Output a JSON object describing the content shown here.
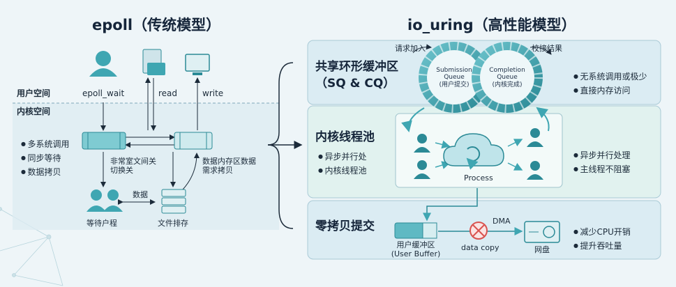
{
  "epoll": {
    "title": "epoll（传统模型）",
    "user_space_label": "用户空间",
    "kernel_space_label": "内核空间",
    "epoll_wait_label": "epoll_wait",
    "read_label": "read",
    "write_label": "write",
    "bullets": [
      "多系统调用",
      "同步等待",
      "数据拷贝"
    ],
    "switch_label": "非常室文间关\n切换关",
    "copy_label": "数据内存区数据\n需求拷贝",
    "data_label": "数据",
    "waiting_label": "等待户程",
    "file_label": "文件排存"
  },
  "io_uring": {
    "title": "io_uring（高性能模型）",
    "ring": {
      "section_label": "共享环形缓冲区\n（SQ & CQ）",
      "request_label": "请求加入",
      "fetch_label": "校接结果",
      "sq_label": "Submission\nQueue\n(用户提交)",
      "cq_label": "Completion\nQueue\n(内核完成)",
      "bullets": [
        "无系统调用或极少",
        "直接内存访问"
      ]
    },
    "pool": {
      "section_label": "内核线程池",
      "inner_bullets": [
        "异步并行处",
        "内核线程池"
      ],
      "process_label": "Process",
      "bullets": [
        "异步并行处理",
        "主线程不阻塞"
      ]
    },
    "zerocopy": {
      "section_label": "零拷贝提交",
      "buffer_label": "用户缓冲区\n(User Buffer)",
      "dma_label": "DMA",
      "data_copy_label": "data copy",
      "nic_label": "网盘",
      "bullets": [
        "减少CPU开销",
        "提升吞吐量"
      ]
    }
  },
  "colors": {
    "teal": "#3fa6b2",
    "teal_dark": "#2b8a96",
    "navy": "#15253a",
    "red": "#d9534f",
    "panel": "#e2f0f4"
  }
}
